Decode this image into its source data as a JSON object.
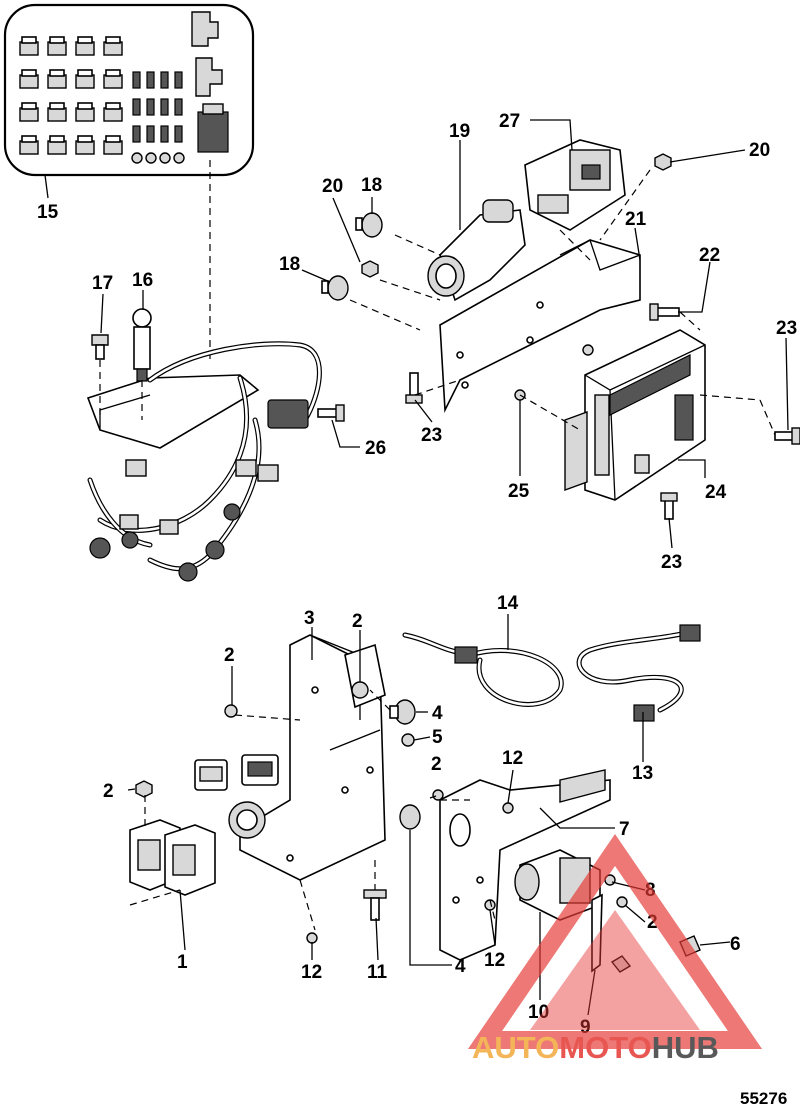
{
  "figure_number": "55276",
  "watermark": {
    "part1": "AUTO",
    "part2": "MOTO",
    "part3": "HUB",
    "color_primary": "#f2a93b",
    "color_secondary": "#e53935",
    "color_dark": "#3d3d3d"
  },
  "callouts": {
    "c1": "1",
    "c2a": "2",
    "c2b": "2",
    "c2c": "2",
    "c2d": "2",
    "c2e": "2",
    "c3": "3",
    "c4a": "4",
    "c4b": "4",
    "c5": "5",
    "c6": "6",
    "c7": "7",
    "c8": "8",
    "c9": "9",
    "c10": "10",
    "c11": "11",
    "c12a": "12",
    "c12b": "12",
    "c12c": "12",
    "c13": "13",
    "c14": "14",
    "c15": "15",
    "c16": "16",
    "c17": "17",
    "c18a": "18",
    "c18b": "18",
    "c19": "19",
    "c20a": "20",
    "c20b": "20",
    "c21": "21",
    "c22": "22",
    "c23a": "23",
    "c23b": "23",
    "c23c": "23",
    "c24": "24",
    "c25": "25",
    "c26": "26",
    "c27": "27"
  }
}
